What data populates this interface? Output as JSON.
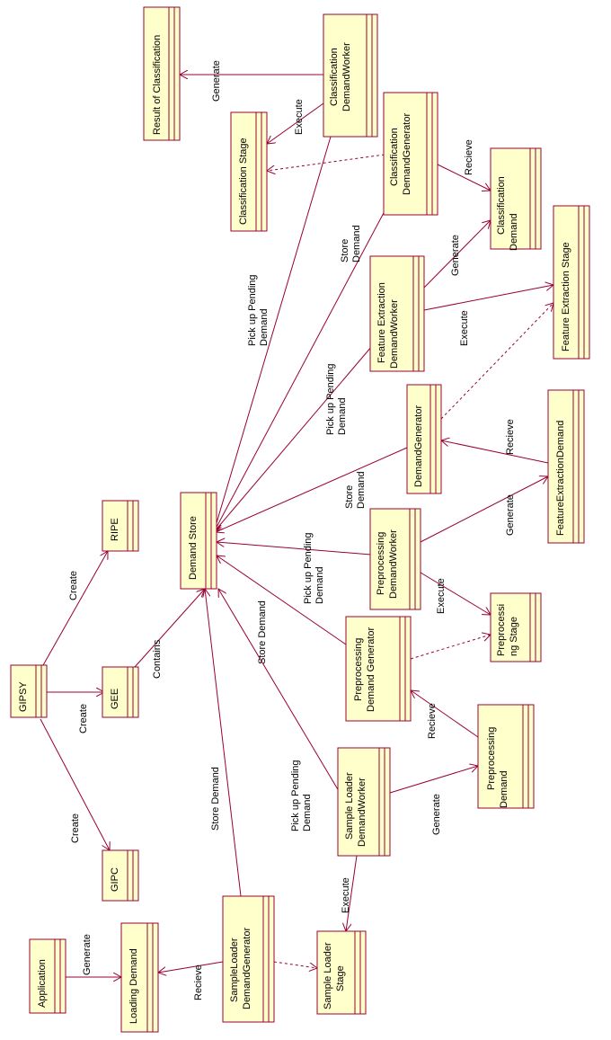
{
  "nodes": {
    "result_of_classification": [
      "Result of Classification"
    ],
    "classification_demand_worker": [
      "Classification",
      "DemandWorker"
    ],
    "classification_stage": [
      "Classification Stage"
    ],
    "classification_demand_generator": [
      "Classification",
      "DemandGenerator"
    ],
    "classification_demand": [
      "Classification",
      "Demand"
    ],
    "feature_extraction_stage": [
      "Feature Extraction Stage"
    ],
    "feature_extraction_demand_worker": [
      "Feature Extraction",
      "DemandWorker"
    ],
    "demand_generator": [
      "DemandGenerator"
    ],
    "feature_extraction_demand": [
      "FeatureExtractionDemand"
    ],
    "ripe": [
      "RIPE"
    ],
    "demand_store": [
      "Demand Store"
    ],
    "preprocessing_demand_worker": [
      "Preprocessing",
      "DemandWorker"
    ],
    "preprocessing_stage": [
      "Preprocessi",
      "ng Stage"
    ],
    "gipsy": [
      "GIPSY"
    ],
    "gee": [
      "GEE"
    ],
    "preprocessing_demand_generator": [
      "Preprocessing",
      "Demand Generator"
    ],
    "preprocessing_demand": [
      "Preprocessing",
      "Demand"
    ],
    "sample_loader_demand_worker": [
      "Sample Loader",
      "DemandWorker"
    ],
    "gipc": [
      "GIPC"
    ],
    "application": [
      "Application"
    ],
    "loading_demand": [
      "Loading Demand"
    ],
    "sampleloader_demand_generator": [
      "SampleLoader",
      "DemandGenerator"
    ],
    "sample_loader_stage": [
      "Sample Loader",
      "Stage"
    ]
  },
  "labels": {
    "generate_result": [
      "Generate"
    ],
    "execute_classification": [
      "Execute"
    ],
    "recieve_classification": [
      "Recieve"
    ],
    "store_demand_classification": [
      "Store",
      "Demand"
    ],
    "pickup_classification": [
      "Pick up Pending",
      "Demand"
    ],
    "generate_classification": [
      "Generate"
    ],
    "execute_feature": [
      "Execute"
    ],
    "pickup_feature": [
      "Pick up Pending",
      "Demand"
    ],
    "recieve_feature": [
      "Recieve"
    ],
    "store_demand_feature": [
      "Store",
      "Demand"
    ],
    "generate_feature": [
      "Generate"
    ],
    "pickup_preprocessing": [
      "Pick up Pending",
      "Demand"
    ],
    "execute_preprocessing": [
      "Execute"
    ],
    "create_ripe": [
      "Create"
    ],
    "contains": [
      "Contains"
    ],
    "create_gee": [
      "Create"
    ],
    "store_demand_preprocessing": [
      "Store  Demand"
    ],
    "recieve_preprocessing": [
      "Recieve"
    ],
    "pickup_sample": [
      "Pick up Pending",
      "Demand"
    ],
    "generate_preprocessing": [
      "Generate"
    ],
    "create_gipc": [
      "Create"
    ],
    "store_demand_sample": [
      "Store  Demand"
    ],
    "execute_sample": [
      "Execute"
    ],
    "generate_loading": [
      "Generate"
    ],
    "recieve_loading": [
      "Recieve"
    ]
  },
  "colors": {
    "box_fill": "#ffffcc",
    "line": "#990033",
    "text": "#000000"
  }
}
